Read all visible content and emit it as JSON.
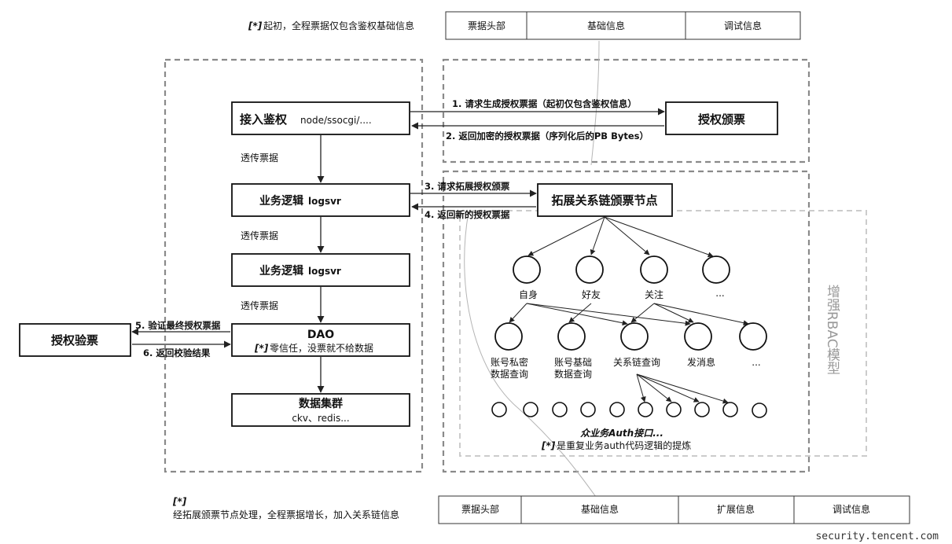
{
  "top_note": {
    "marker": "[*]",
    "text": "起初，全程票据仅包含鉴权基础信息",
    "strip": [
      "票据头部",
      "基础信息",
      "调试信息"
    ]
  },
  "bottom_note": {
    "marker": "[*]",
    "text": "经拓展颁票节点处理，全程票据增长，加入关系链信息",
    "strip": [
      "票据头部",
      "基础信息",
      "扩展信息",
      "调试信息"
    ]
  },
  "nodes": {
    "access_auth": {
      "title": "接入鉴权",
      "sub": "node/ssocgi/...."
    },
    "logic1": {
      "title": "业务逻辑",
      "sub": "logsvr"
    },
    "logic2": {
      "title": "业务逻辑",
      "sub": "logsvr"
    },
    "dao": {
      "title": "DAO",
      "marker": "[*]",
      "note": "零信任，没票就不给数据"
    },
    "data_cluster": {
      "title": "数据集群",
      "sub": "ckv、redis..."
    },
    "auth_issue": {
      "title": "授权颁票"
    },
    "auth_verify": {
      "title": "授权验票"
    },
    "ext_node": {
      "title": "拓展关系链颁票节点"
    }
  },
  "passthrough": [
    "透传票据",
    "透传票据",
    "透传票据"
  ],
  "arrows": {
    "a1": "1. 请求生成授权票据（起初仅包含鉴权信息）",
    "a2": "2. 返回加密的授权票据（序列化后的PB Bytes）",
    "a3": "3. 请求拓展授权颁票",
    "a4": "4. 返回新的授权票据",
    "a5": "5. 验证最终授权票据",
    "a6": "6. 返回校验结果"
  },
  "tree": {
    "level1": [
      "自身",
      "好友",
      "关注",
      "..."
    ],
    "level2": [
      [
        "账号私密",
        "数据查询"
      ],
      [
        "账号基础",
        "数据查询"
      ],
      [
        "关系链查询"
      ],
      [
        "发消息"
      ],
      [
        "..."
      ]
    ],
    "footer": "众业务Auth接口...",
    "footer_marker": "[*]",
    "footer_note": "是重复业务auth代码逻辑的提炼"
  },
  "rbac_label": "增强RBAC模型",
  "watermark": "security.tencent.com"
}
